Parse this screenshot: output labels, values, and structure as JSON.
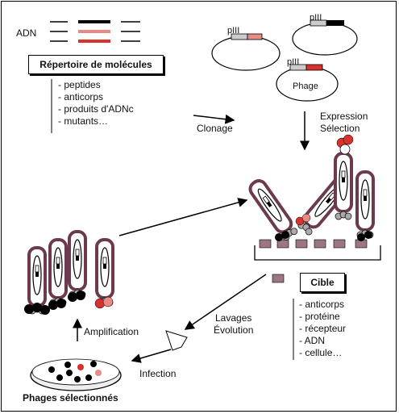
{
  "adn_label": "ADN",
  "repertoire_title": "Répertoire de molécules",
  "repertoire_items": [
    "peptides",
    "anticorps",
    "produits d'ADNc",
    "mutants…"
  ],
  "plasmid_labels": {
    "p1": "pIII",
    "p2": "pIII",
    "p3": "pIII",
    "phage": "Phage"
  },
  "clonage": "Clonage",
  "expression": "Expression",
  "selection": "Sélection",
  "cible_title": "Cible",
  "cible_items": [
    "anticorps",
    "protéine",
    "récepteur",
    "ADN",
    "cellule…"
  ],
  "lavages": "Lavages",
  "evolution": "Évolution",
  "infection": "Infection",
  "amplification": "Amplification",
  "phages_selectionnes": "Phages sélectionnés",
  "colors": {
    "red": "#d9312b",
    "pink": "#e88a86",
    "maroon": "#6b3a4e",
    "mauve": "#9c7682"
  }
}
